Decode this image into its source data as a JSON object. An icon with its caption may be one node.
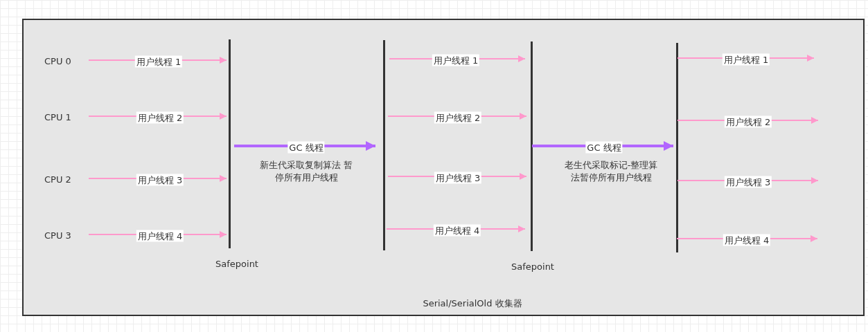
{
  "diagram": {
    "nodes": [
      {
        "text": [
          "Serial/SerialOld 收集器"
        ]
      },
      {
        "text": [
          "CPU 0"
        ],
        "in": 0
      },
      {
        "text": [
          "CPU 1"
        ],
        "in": 0
      },
      {
        "text": [
          "CPU 2"
        ],
        "in": 0
      },
      {
        "text": [
          "CPU 3"
        ],
        "in": 0
      },
      {
        "text": [],
        "shape": "bar",
        "in": 0,
        "beside": [
          "Safepoint"
        ]
      },
      {
        "text": [],
        "shape": "bar",
        "in": 0
      },
      {
        "text": [],
        "shape": "bar",
        "in": 0,
        "beside": [
          "Safepoint"
        ]
      },
      {
        "text": [],
        "shape": "bar",
        "in": 0
      }
    ],
    "edges": [
      {
        "from": 1,
        "to": 5,
        "arrow": "to",
        "label": "用户线程 1"
      },
      {
        "from": 2,
        "to": 5,
        "arrow": "to",
        "label": "用户线程 2"
      },
      {
        "from": 3,
        "to": 5,
        "arrow": "to",
        "label": "用户线程 3"
      },
      {
        "from": 4,
        "to": 5,
        "arrow": "to",
        "label": "用户线程 4"
      },
      {
        "from": 5,
        "to": 6,
        "arrow": "to",
        "label": "GC 线程",
        "style": "thick",
        "color": "#b266ff"
      },
      {
        "from": 6,
        "to": 7,
        "arrow": "to",
        "label": "用户线程 1"
      },
      {
        "from": 6,
        "to": 7,
        "arrow": "to",
        "label": "用户线程 2"
      },
      {
        "from": 6,
        "to": 7,
        "arrow": "to",
        "label": "用户线程 3"
      },
      {
        "from": 6,
        "to": 7,
        "arrow": "to",
        "label": "用户线程 4"
      },
      {
        "from": 7,
        "to": 8,
        "arrow": "to",
        "label": "GC 线程",
        "style": "thick",
        "color": "#b266ff"
      },
      {
        "from": 8,
        "to": null,
        "arrow": "to",
        "label": "用户线程 1"
      },
      {
        "from": 8,
        "to": null,
        "arrow": "to",
        "label": "用户线程 2"
      },
      {
        "from": 8,
        "to": null,
        "arrow": "to",
        "label": "用户线程 3"
      },
      {
        "from": 8,
        "to": null,
        "arrow": "to",
        "label": "用户线程 4"
      }
    ],
    "labels": [
      "新生代采取复制算法 暂停所有用户线程",
      "老生代采取标记-整理算法暂停所有用户线程"
    ]
  }
}
